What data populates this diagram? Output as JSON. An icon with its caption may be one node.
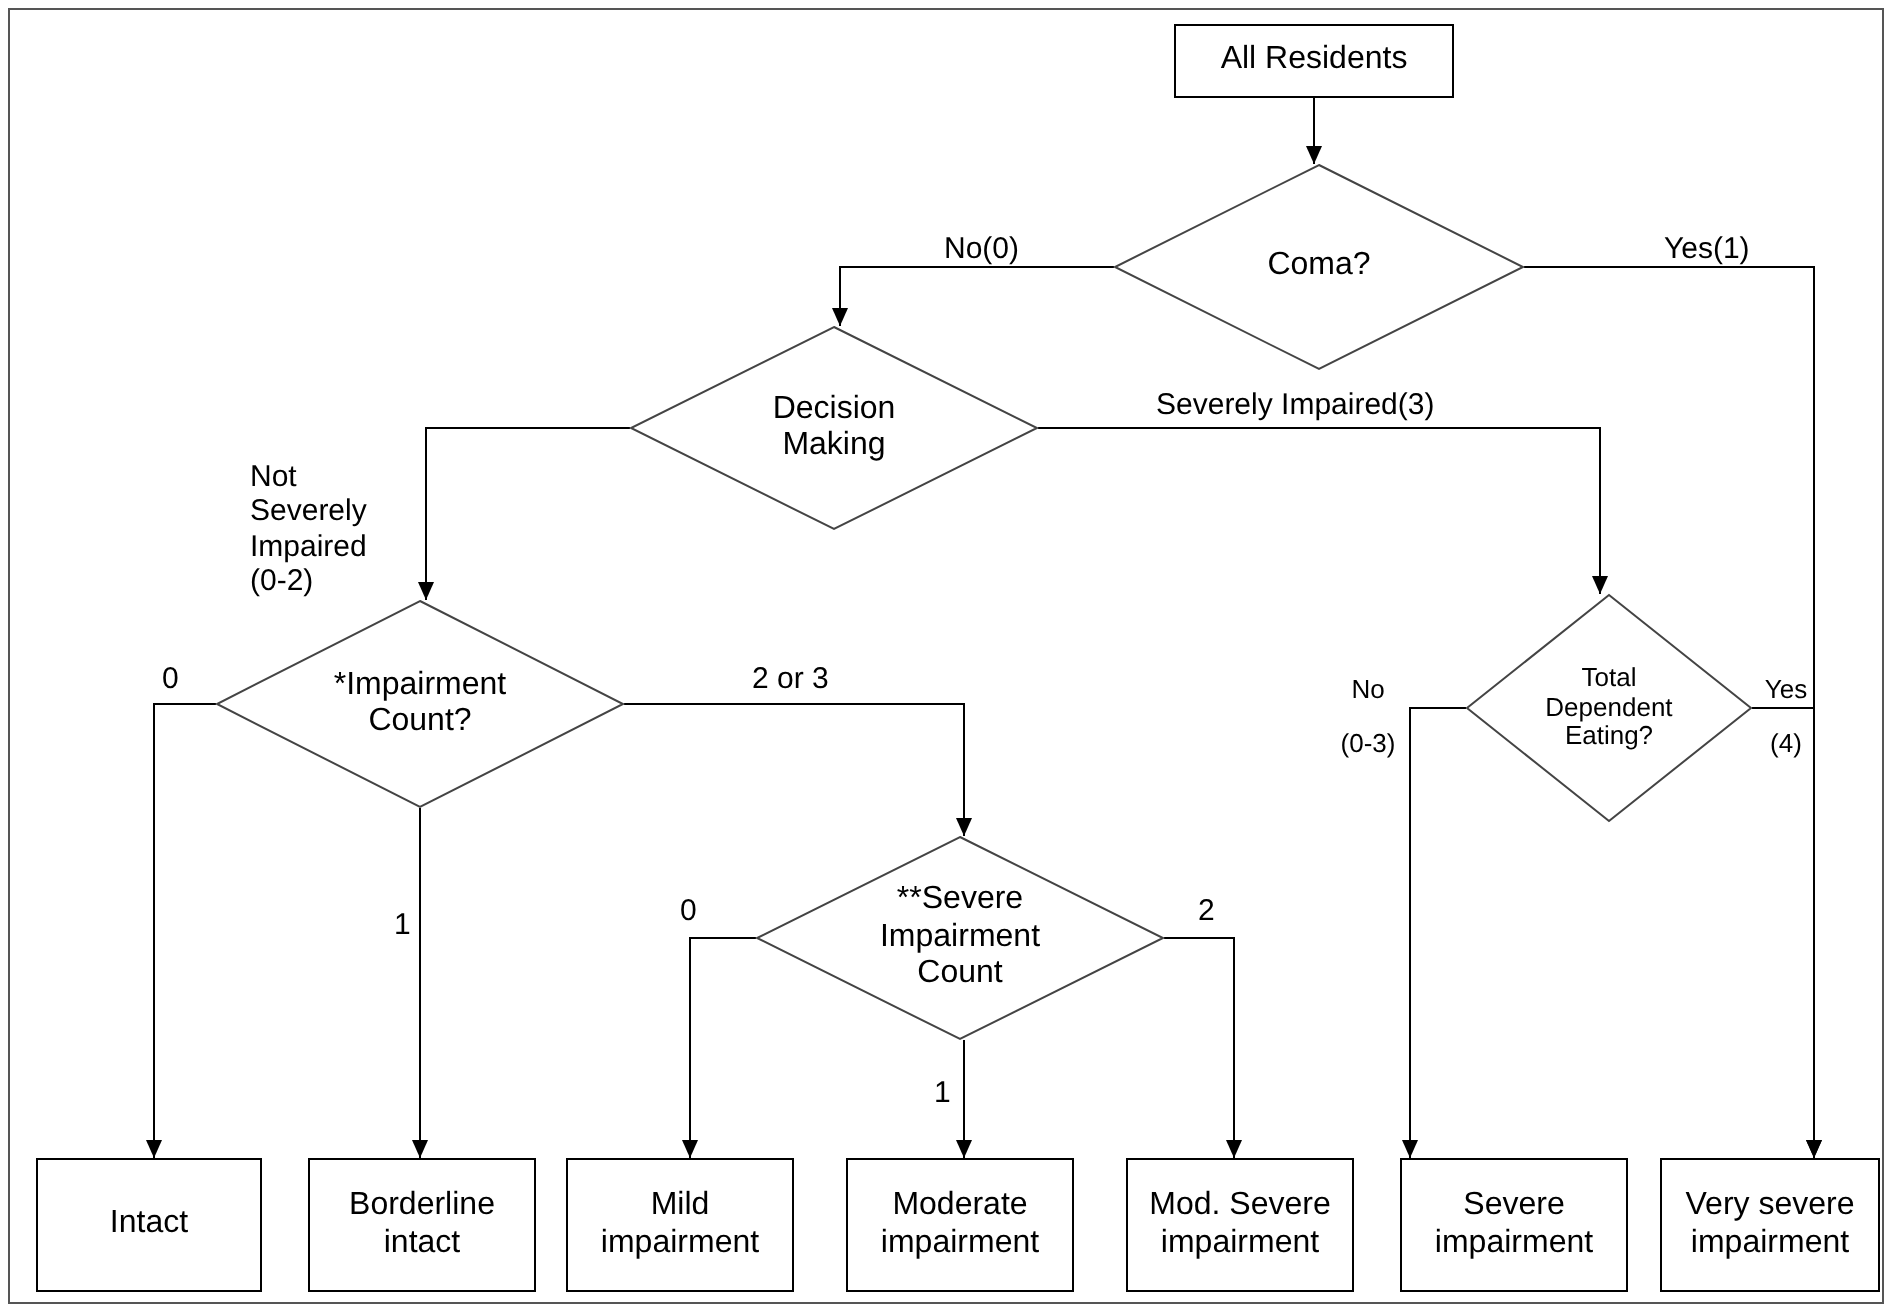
{
  "diagram": {
    "nodes": [
      {
        "text": [
          "All Residents"
        ]
      },
      {
        "text": [
          "Coma?"
        ]
      },
      {
        "text": [
          "Decision Making"
        ]
      },
      {
        "text": [
          "*Impairment Count?"
        ]
      },
      {
        "text": [
          "Total Dependent Eating?"
        ]
      },
      {
        "text": [
          "**Severe Impairment Count"
        ]
      },
      {
        "text": [
          "Intact"
        ]
      },
      {
        "text": [
          "Borderline intact"
        ]
      },
      {
        "text": [
          "Mild impairment"
        ]
      },
      {
        "text": [
          "Moderate impairment"
        ]
      },
      {
        "text": [
          "Mod. Severe impairment"
        ]
      },
      {
        "text": [
          "Severe impairment"
        ]
      },
      {
        "text": [
          "Very severe impairment"
        ]
      }
    ],
    "edges": [
      {
        "from": 0,
        "to": 1,
        "arrow": "to"
      },
      {
        "from": 1,
        "to": 2,
        "label": "No(0)",
        "arrow": "to"
      },
      {
        "from": 1,
        "to": 12,
        "label": "Yes(1)",
        "arrow": "to"
      },
      {
        "from": 2,
        "to": 3,
        "label": "Not Severely Impaired (0-2)",
        "arrow": "to"
      },
      {
        "from": 2,
        "to": 4,
        "label": "Severely Impaired(3)",
        "arrow": "to"
      },
      {
        "from": 3,
        "to": 6,
        "label": "0",
        "arrow": "to"
      },
      {
        "from": 3,
        "to": 7,
        "label": "1",
        "arrow": "to"
      },
      {
        "from": 3,
        "to": 5,
        "label": "2 or 3",
        "arrow": "to"
      },
      {
        "from": 5,
        "to": 8,
        "label": "0",
        "arrow": "to"
      },
      {
        "from": 5,
        "to": 9,
        "label": "1",
        "arrow": "to"
      },
      {
        "from": 5,
        "to": 10,
        "label": "2",
        "arrow": "to"
      },
      {
        "from": 4,
        "to": 11,
        "label": "No (0-3)",
        "arrow": "to"
      },
      {
        "from": 4,
        "to": 12,
        "label": "Yes (4)",
        "arrow": "to"
      }
    ]
  }
}
